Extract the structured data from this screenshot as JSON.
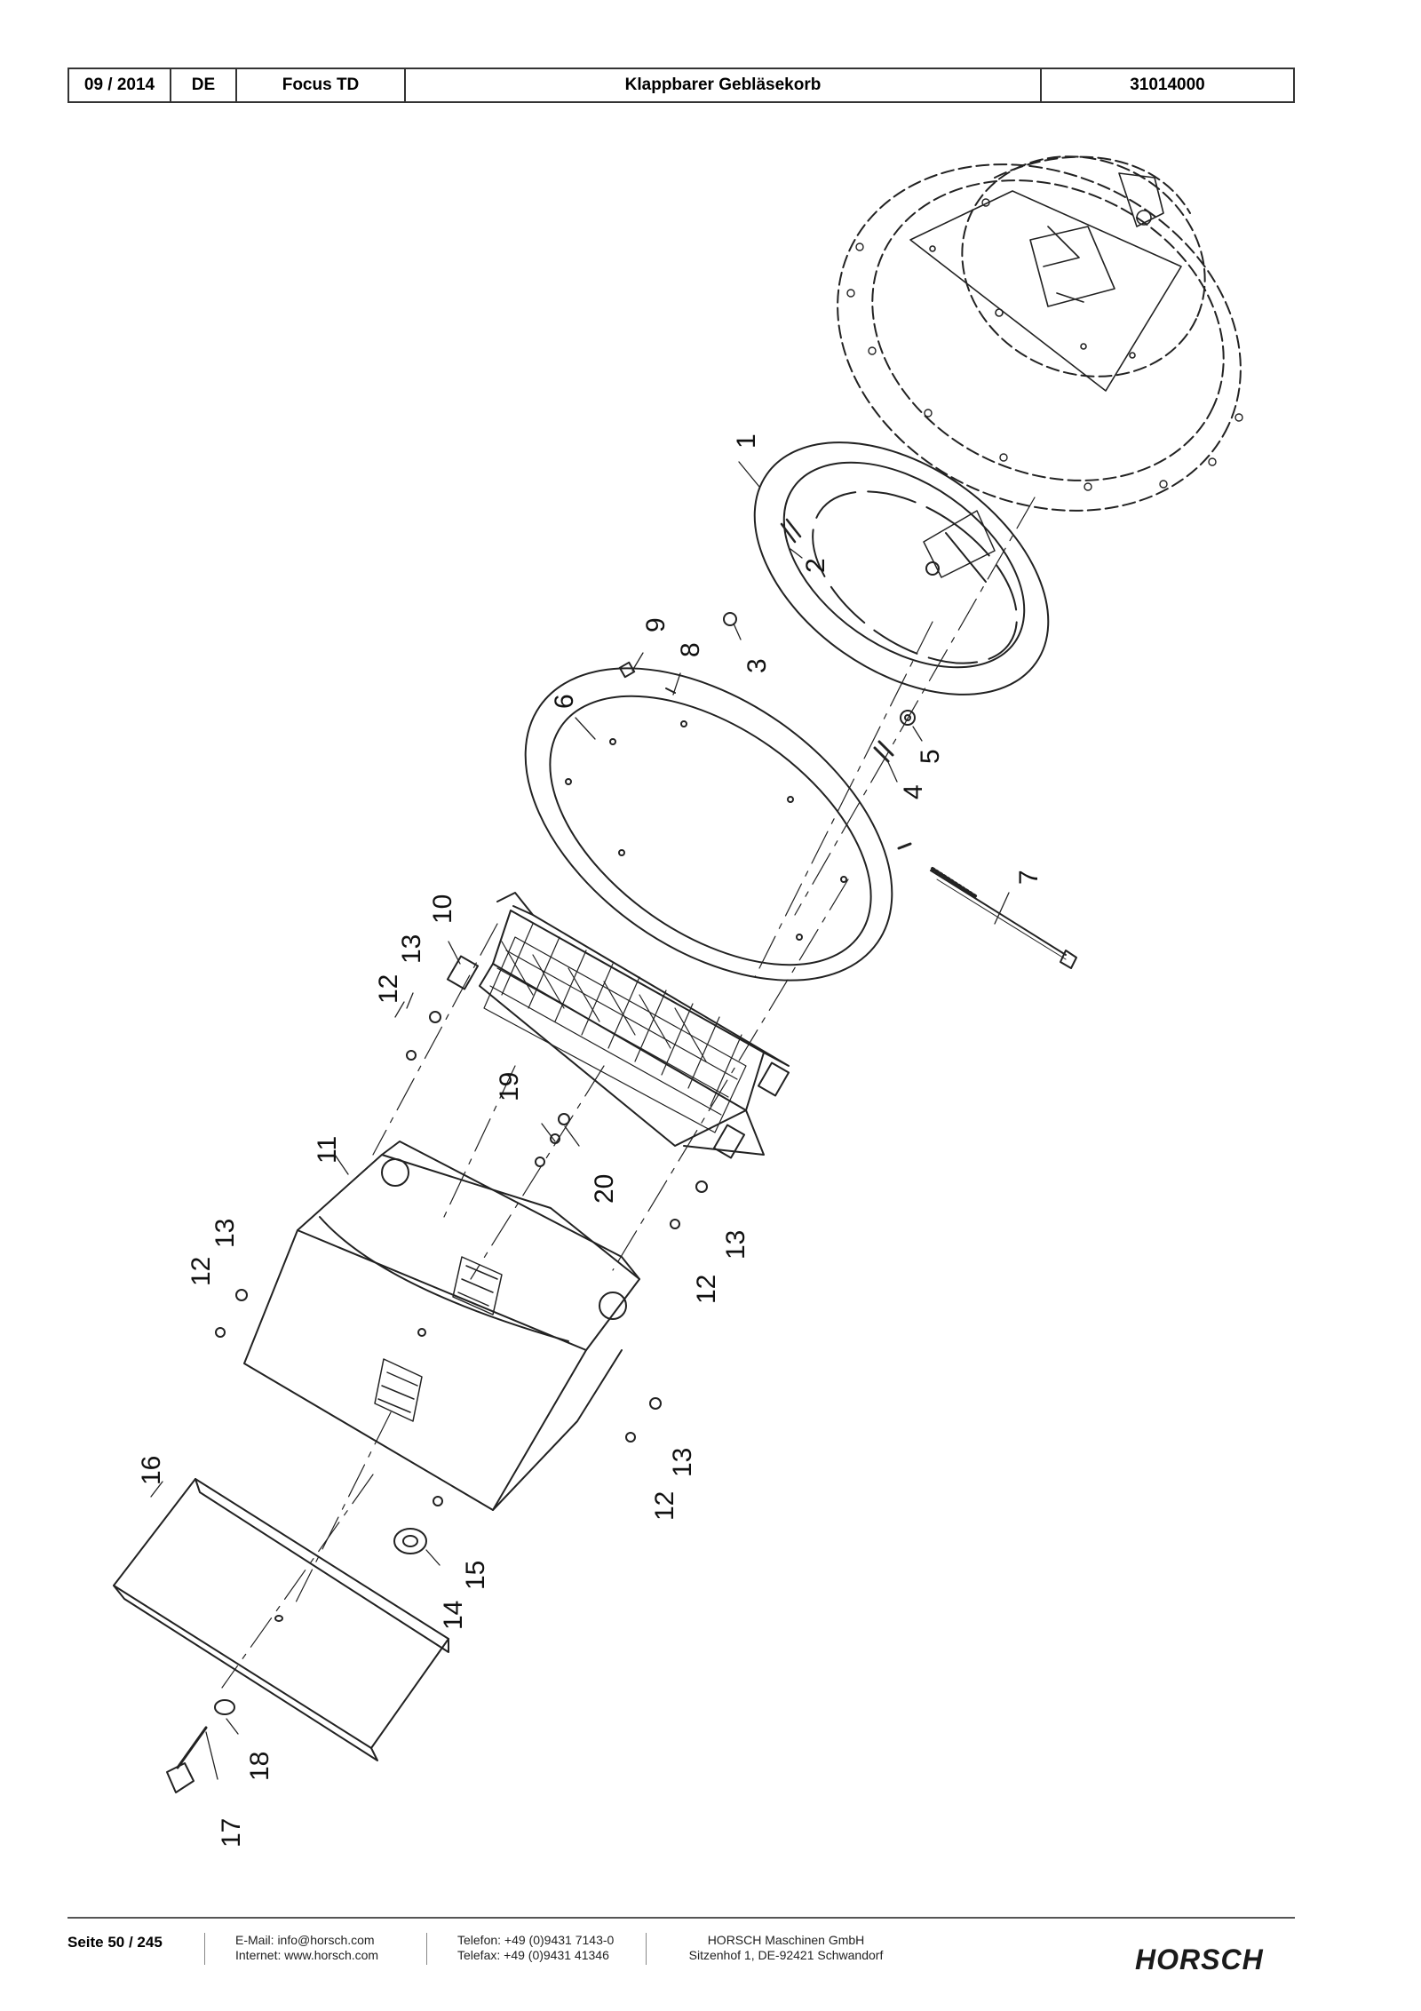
{
  "header": {
    "date": "09 / 2014",
    "language": "DE",
    "model": "Focus TD",
    "title": "Klappbarer Gebläsekorb",
    "part_number": "31014000"
  },
  "callouts": [
    "1",
    "2",
    "3",
    "4",
    "5",
    "6",
    "7",
    "8",
    "9",
    "10",
    "11",
    "12",
    "13",
    "14",
    "15",
    "16",
    "17",
    "18",
    "19",
    "20"
  ],
  "footer": {
    "page": "Seite 50 / 245",
    "email": "E-Mail: info@horsch.com",
    "internet": "Internet: www.horsch.com",
    "phone": "Telefon: +49 (0)9431 7143-0",
    "fax": "Telefax: +49 (0)9431 41346",
    "company": "HORSCH Maschinen GmbH",
    "address": "Sitzenhof 1, DE-92421 Schwandorf",
    "logo": "HORSCH"
  }
}
